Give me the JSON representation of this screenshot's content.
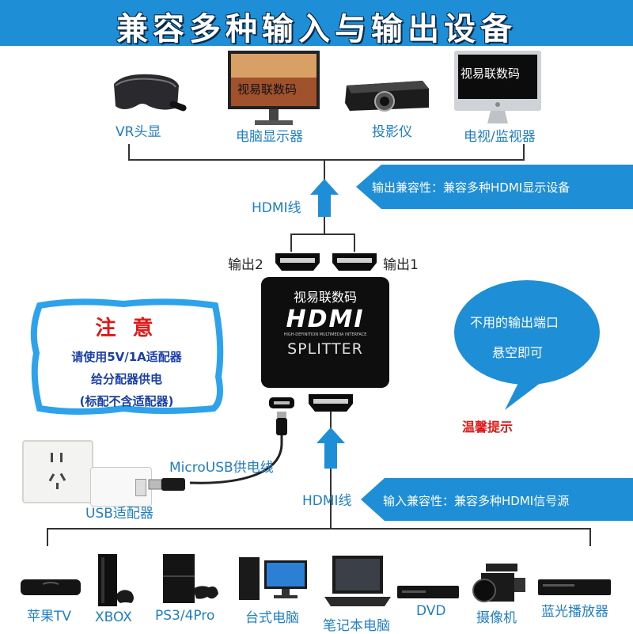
{
  "title": "兼容多种输入与输出设备",
  "outputs": {
    "devices": [
      {
        "label": "VR头显",
        "icon": "vr-headset-icon"
      },
      {
        "label": "电脑显示器",
        "icon": "monitor-icon"
      },
      {
        "label": "投影仪",
        "icon": "projector-icon"
      },
      {
        "label": "电视/监视器",
        "icon": "imac-icon"
      }
    ],
    "screen_text": "视易联数码",
    "cable_label": "HDMI线",
    "compat_note": "输出兼容性：兼容多种HDMI显示设备"
  },
  "splitter": {
    "port_out2": "输出2",
    "port_out1": "输出1",
    "brand": "视易联数码",
    "logo": "HDMI",
    "logo_sub": "HIGH-DEFINITION MULTIMEDIA INTERFACE",
    "model": "SPLITTER"
  },
  "notice": {
    "title": "注 意",
    "lines": [
      "请使用5V/1A适配器",
      "给分配器供电",
      "(标配不含适配器)"
    ]
  },
  "tip": {
    "lines": [
      "不用的输出端口",
      "悬空即可"
    ],
    "caption": "温馨提示"
  },
  "power": {
    "cable_label": "MicroUSB供电线",
    "adapter_label": "USB适配器"
  },
  "inputs": {
    "cable_label": "HDMI线",
    "compat_note": "输入兼容性：兼容多种HDMI信号源",
    "devices": [
      {
        "label": "苹果TV",
        "icon": "apple-tv-icon"
      },
      {
        "label": "XBOX",
        "icon": "xbox-icon"
      },
      {
        "label": "PS3/4Pro",
        "icon": "playstation-icon"
      },
      {
        "label": "台式电脑",
        "icon": "desktop-pc-icon"
      },
      {
        "label": "笔记本电脑",
        "icon": "laptop-icon"
      },
      {
        "label": "DVD",
        "icon": "dvd-player-icon"
      },
      {
        "label": "摄像机",
        "icon": "camcorder-icon"
      },
      {
        "label": "蓝光播放器",
        "icon": "bluray-player-icon"
      }
    ]
  },
  "colors": {
    "accent": "#1e8fd6",
    "label_blue": "#1d7fc4",
    "notice_red": "#e01818"
  }
}
